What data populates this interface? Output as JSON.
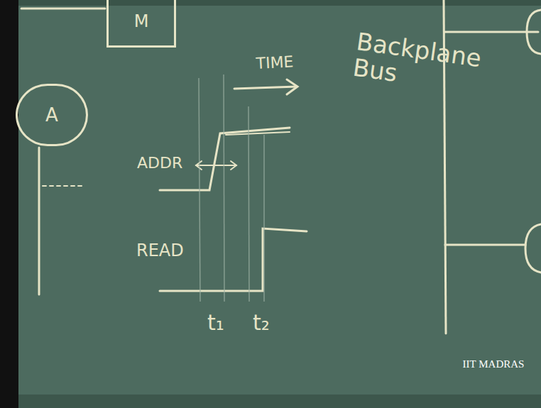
{
  "diagram": {
    "nodes": [
      {
        "text": [
          "M"
        ]
      },
      {
        "text": [
          "A"
        ]
      }
    ],
    "labels": [
      "TIME",
      "ADDR",
      "READ",
      "t₁",
      "t₂",
      "Backplane Bus",
      "IIT MADRAS"
    ]
  }
}
